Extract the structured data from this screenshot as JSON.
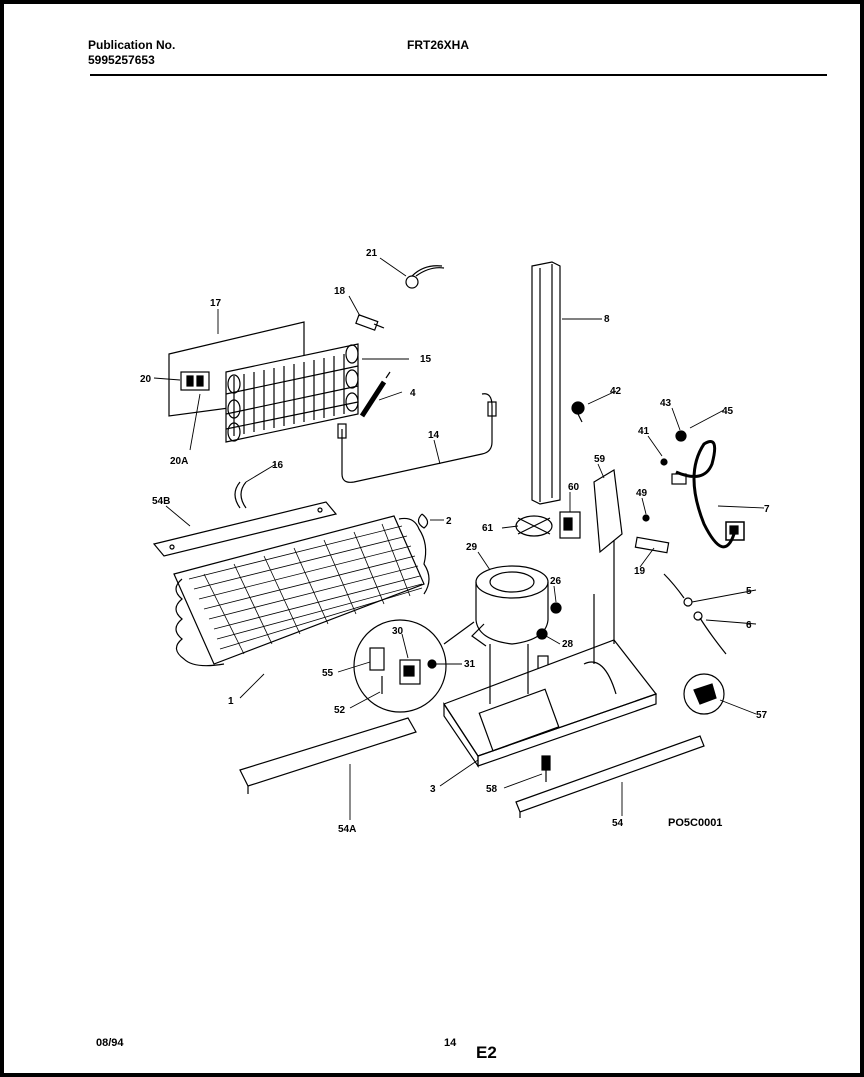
{
  "header": {
    "publication_label": "Publication No.",
    "publication_number": "5995257653",
    "model": "FRT26XHA"
  },
  "callouts": {
    "c21": "21",
    "c18": "18",
    "c17": "17",
    "c15": "15",
    "c20": "20",
    "c4": "4",
    "c20A": "20A",
    "c14": "14",
    "c16": "16",
    "c8": "8",
    "c42": "42",
    "c43": "43",
    "c45": "45",
    "c41": "41",
    "c59": "59",
    "c7": "7",
    "c60": "60",
    "c49": "49",
    "c54B": "54B",
    "c2": "2",
    "c61": "61",
    "c19": "19",
    "c29": "29",
    "c26": "26",
    "c5": "5",
    "c6": "6",
    "c28": "28",
    "c30": "30",
    "c55": "55",
    "c31": "31",
    "c1": "1",
    "c52": "52",
    "c57": "57",
    "c3": "3",
    "c58": "58",
    "c54A": "54A",
    "c54": "54"
  },
  "figure_code": "PO5C0001",
  "footer": {
    "date": "08/94",
    "page": "14",
    "section": "E2"
  }
}
